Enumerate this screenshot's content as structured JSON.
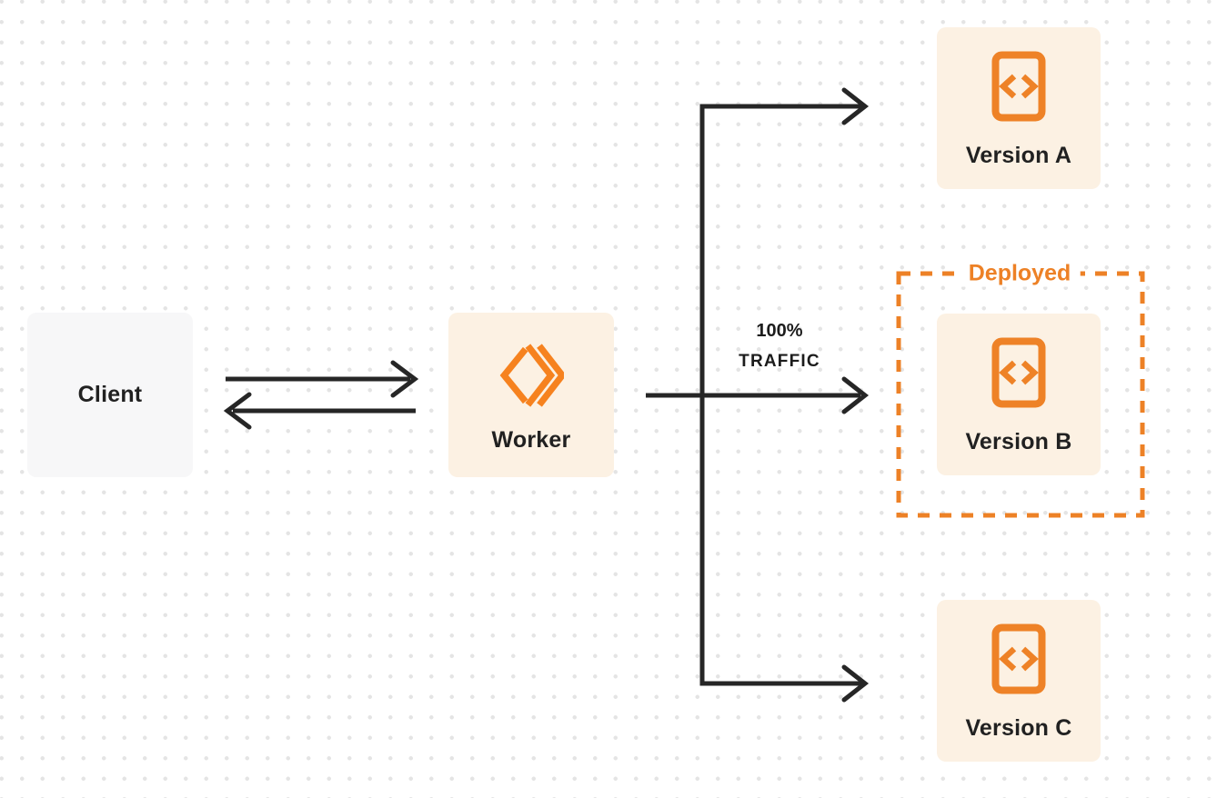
{
  "diagram": {
    "title": "worker-traffic-routing-diagram",
    "nodes": {
      "client": {
        "label": "Client"
      },
      "worker": {
        "label": "Worker"
      },
      "version_a": {
        "label": "Version A"
      },
      "version_b": {
        "label": "Version B"
      },
      "version_c": {
        "label": "Version C"
      }
    },
    "annotations": {
      "deployed_label": "Deployed",
      "traffic_pct": "100%",
      "traffic_word": "TRAFFIC"
    },
    "icons": {
      "worker_logo": "cloudflare-workers-icon",
      "version_icon": "code-file-icon"
    },
    "colors": {
      "accent_orange": "#ed8126",
      "logo_orange": "#f6821f",
      "box_cream": "#fcf1e3",
      "box_gray": "#f7f7f8",
      "arrow_ink": "#262626",
      "dot_grid": "#e4e4e4",
      "background": "#ffffff"
    },
    "edges": [
      {
        "from": "client",
        "to": "worker",
        "type": "request"
      },
      {
        "from": "worker",
        "to": "client",
        "type": "response"
      },
      {
        "from": "worker",
        "to": "version_a",
        "type": "branch"
      },
      {
        "from": "worker",
        "to": "version_b",
        "type": "branch",
        "label": "100% TRAFFIC"
      },
      {
        "from": "worker",
        "to": "version_c",
        "type": "branch"
      }
    ]
  }
}
